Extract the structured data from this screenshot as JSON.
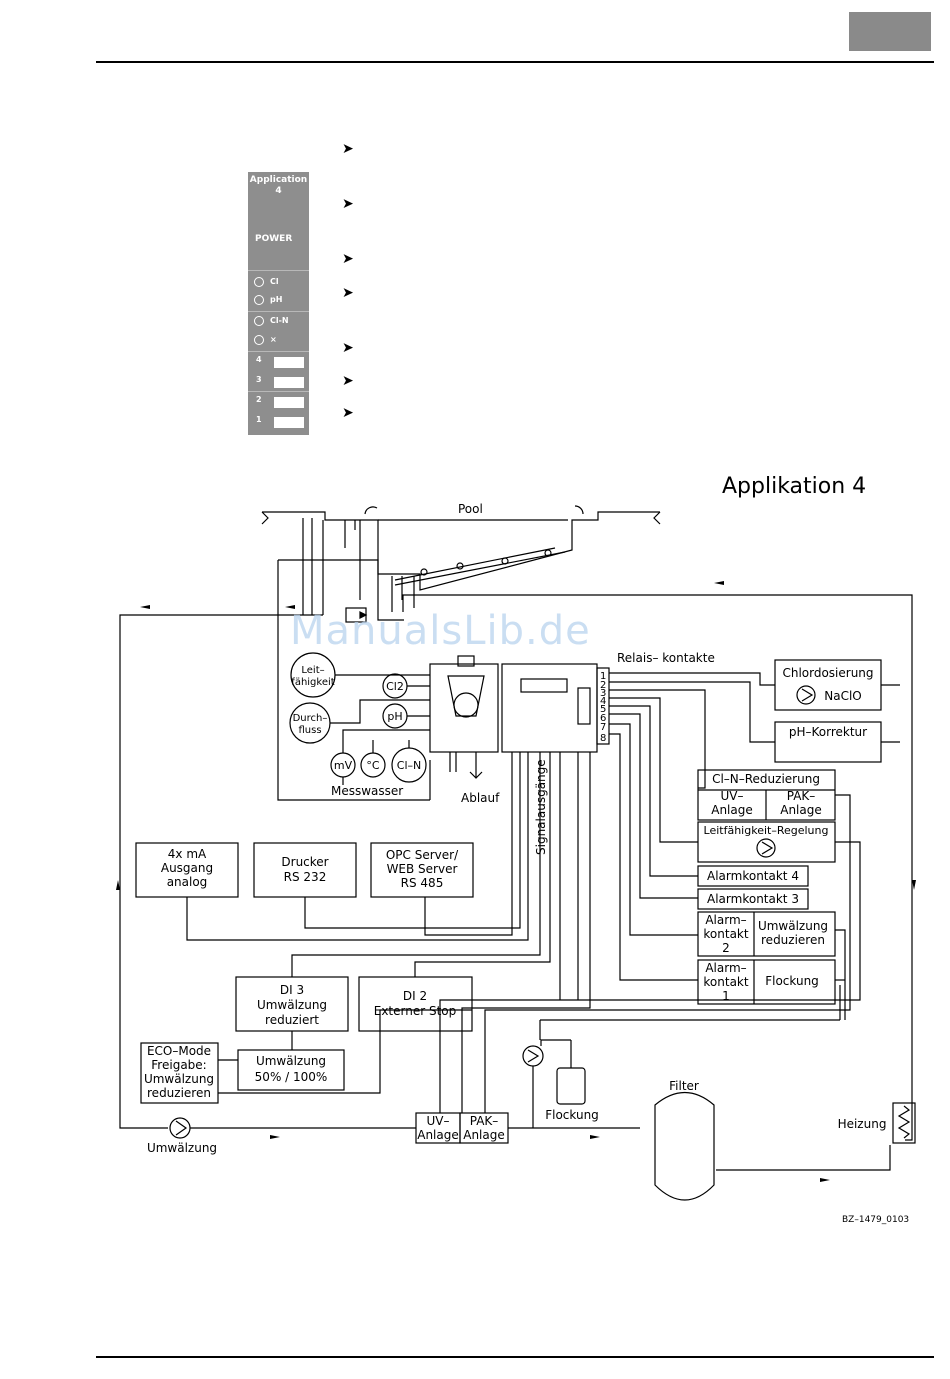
{
  "panel": {
    "app_title": "Application",
    "app_number": "4",
    "power": "POWER",
    "leds": [
      "Cl",
      "pH",
      "Cl-N",
      "×"
    ],
    "relays": [
      "4",
      "3",
      "2",
      "1"
    ]
  },
  "bullets": [
    "➤",
    "➤",
    "➤",
    "➤",
    "➤",
    "➤",
    "➤"
  ],
  "diagram": {
    "title": "Applikation 4",
    "pool": "Pool",
    "relay_contacts": "Relais– kontakte",
    "relay_numbers": [
      "1",
      "2",
      "3",
      "4",
      "5",
      "6",
      "7",
      "8"
    ],
    "leitfaehigkeit": [
      "Leit–",
      "fähigkeit"
    ],
    "durchfluss": [
      "Durch–",
      "fluss"
    ],
    "cl2": "Cl2",
    "ph": "pH",
    "mv": "mV",
    "degc": "°C",
    "cln": "Cl–N",
    "messwasser": "Messwasser",
    "ablauf": "Ablauf",
    "signalausgaenge": "Signalausgänge",
    "chlordosierung": "Chlordosierung",
    "naclo": "NaClO",
    "ph_korrektur": "pH–Korrektur",
    "cln_reduzierung": "Cl–N–Reduzierung",
    "uv_anlage": [
      "UV–",
      "Anlage"
    ],
    "pak_anlage": [
      "PAK–",
      "Anlage"
    ],
    "leitf_regelung": "Leitfähigkeit–Regelung",
    "alarm4": "Alarmkontakt 4",
    "alarm3": "Alarmkontakt 3",
    "alarm2": [
      "Alarm–",
      "kontakt",
      "2"
    ],
    "umw_red": [
      "Umwälzung",
      "reduzieren"
    ],
    "alarm1": [
      "Alarm–",
      "kontakt",
      "1"
    ],
    "flockung": "Flockung",
    "out_ma": [
      "4x mA",
      "Ausgang",
      "analog"
    ],
    "drucker": [
      "Drucker",
      "RS 232"
    ],
    "opc": [
      "OPC Server/",
      "WEB Server",
      "RS 485"
    ],
    "di3": [
      "DI 3",
      "Umwälzung",
      "reduziert"
    ],
    "di2": [
      "DI 2",
      "Externer Stop"
    ],
    "eco": [
      "ECO–Mode",
      "Freigabe:",
      "Umwälzung",
      "reduzieren"
    ],
    "umw_pct": [
      "Umwälzung",
      "50% / 100%"
    ],
    "umwaelzung": "Umwälzung",
    "uv_bottom": [
      "UV–",
      "Anlage"
    ],
    "pak_bottom": [
      "PAK–",
      "Anlage"
    ],
    "flockung_tank": "Flockung",
    "filter": "Filter",
    "heizung": "Heizung",
    "code": "BZ–1479_0103"
  },
  "watermark": "ManualsLib.de"
}
